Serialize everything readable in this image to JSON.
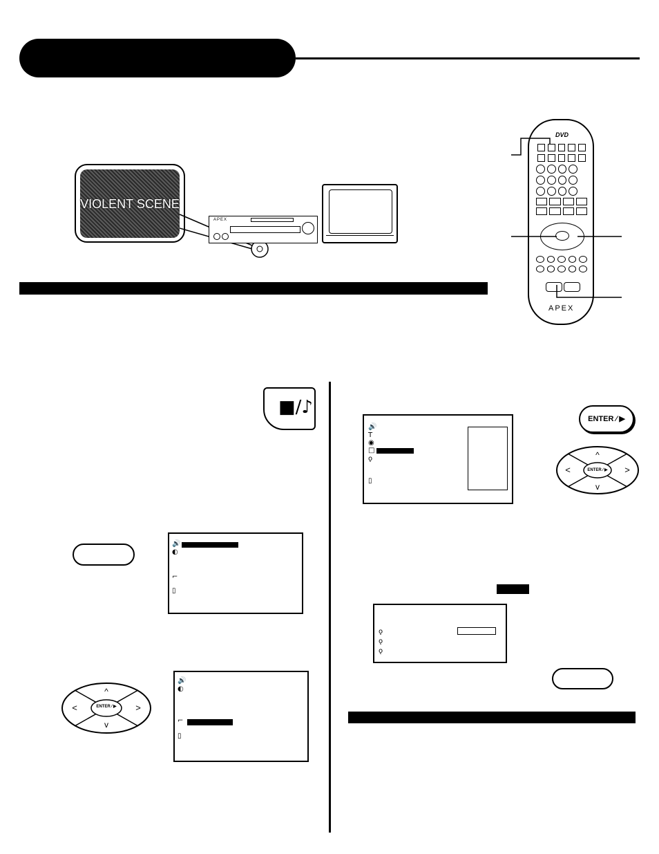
{
  "header": {
    "title": ""
  },
  "illustration": {
    "scene_label": "VIOLENT SCENE",
    "dvd_brand": "APEX",
    "remote_logo": "DVD",
    "remote_brand": "APEX"
  },
  "buttons": {
    "stop_symbol": "■/♪",
    "enter_label": "ENTER ⁄ ▶",
    "dpad_center": "ENTER ⁄ ▶"
  },
  "icons": [
    "speaker-icon",
    "tv-icon",
    "disc-icon",
    "square-icon",
    "key-icon",
    "door-icon"
  ]
}
